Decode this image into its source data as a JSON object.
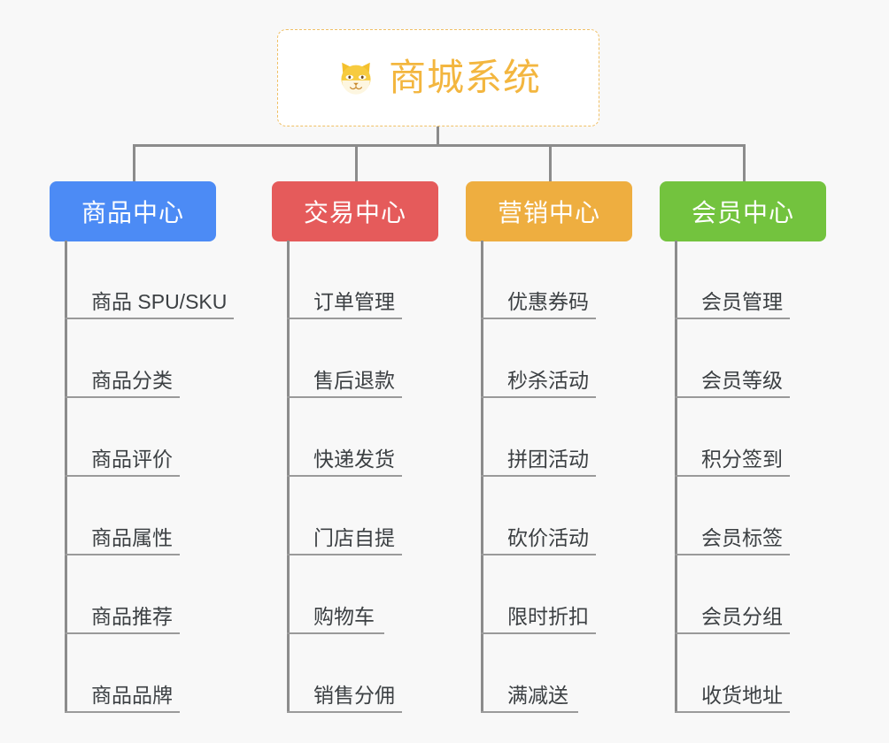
{
  "diagram": {
    "type": "org-chart",
    "background_color": "#f8f8f8",
    "connector_color": "#8c8c8c",
    "root": {
      "title": "商城系统",
      "icon": "shiba-inu-dog-face-emoji",
      "text_color": "#f3b63f",
      "border_color": "#f0c066",
      "background_color": "#ffffff"
    },
    "branches": [
      {
        "id": "product",
        "label": "商品中心",
        "color": "#4c8bf5",
        "items": [
          "商品 SPU/SKU",
          "商品分类",
          "商品评价",
          "商品属性",
          "商品推荐",
          "商品品牌"
        ]
      },
      {
        "id": "trade",
        "label": "交易中心",
        "color": "#e55b5b",
        "items": [
          "订单管理",
          "售后退款",
          "快递发货",
          "门店自提",
          "购物车",
          "销售分佣"
        ]
      },
      {
        "id": "marketing",
        "label": "营销中心",
        "color": "#eeae40",
        "items": [
          "优惠券码",
          "秒杀活动",
          "拼团活动",
          "砍价活动",
          "限时折扣",
          "满减送"
        ]
      },
      {
        "id": "member",
        "label": "会员中心",
        "color": "#73c33e",
        "items": [
          "会员管理",
          "会员等级",
          "积分签到",
          "会员标签",
          "会员分组",
          "收货地址"
        ]
      }
    ]
  }
}
